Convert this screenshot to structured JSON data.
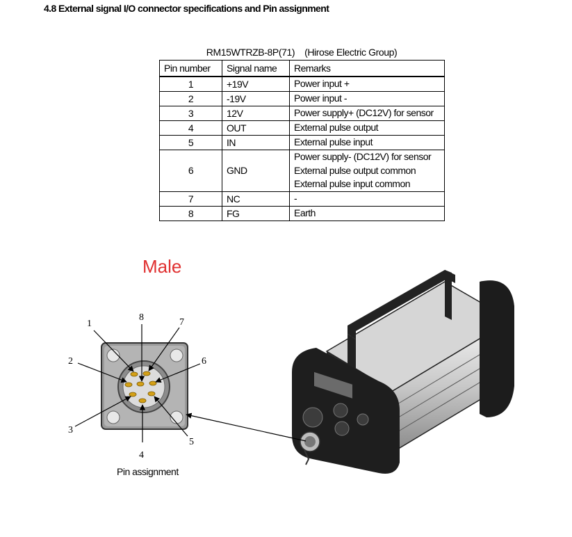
{
  "heading": "4.8 External signal I/O connector specifications and Pin assignment",
  "caption": "RM15WTRZB-8P(71)    (Hirose Electric Group)",
  "table": {
    "headers": [
      "Pin number",
      "Signal name",
      "Remarks"
    ],
    "rows": [
      {
        "pin": "1",
        "signal": "+19V",
        "remarks": [
          "Power input +"
        ]
      },
      {
        "pin": "2",
        "signal": "-19V",
        "remarks": [
          "Power input -"
        ]
      },
      {
        "pin": "3",
        "signal": "12V",
        "remarks": [
          "Power supply+ (DC12V) for sensor"
        ]
      },
      {
        "pin": "4",
        "signal": "OUT",
        "remarks": [
          "External pulse output"
        ]
      },
      {
        "pin": "5",
        "signal": "IN",
        "remarks": [
          "External pulse input"
        ]
      },
      {
        "pin": "6",
        "signal": "GND",
        "remarks": [
          "Power supply- (DC12V) for sensor",
          "External pulse output common",
          "External pulse input common"
        ]
      },
      {
        "pin": "7",
        "signal": "NC",
        "remarks": [
          "-"
        ]
      },
      {
        "pin": "8",
        "signal": "FG",
        "remarks": [
          "Earth"
        ]
      }
    ]
  },
  "figure": {
    "gender_label": "Male",
    "pin_labels": [
      "1",
      "2",
      "3",
      "4",
      "5",
      "6",
      "7",
      "8"
    ],
    "caption": "Pin assignment",
    "label_color": "#e03030",
    "pin_color": "#d4a017",
    "icons": [
      "connector-face-icon",
      "device-housing-icon"
    ]
  }
}
